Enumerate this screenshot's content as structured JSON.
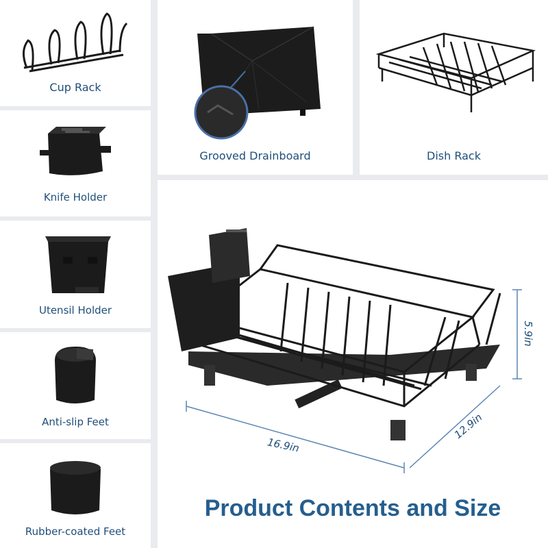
{
  "labels": {
    "cup_rack": "Cup Rack",
    "knife_holder": "Knife Holder",
    "utensil_holder": "Utensil Holder",
    "anti_slip_feet": "Anti-slip Feet",
    "rubber_coated_feet": "Rubber-coated  Feet",
    "grooved_drainboard": "Grooved Drainboard",
    "dish_rack": "Dish  Rack"
  },
  "main": {
    "title": "Product Contents and Size",
    "dimensions": {
      "length": "16.9in",
      "width": "12.9in",
      "height": "5.9in"
    }
  },
  "colors": {
    "label_blue": "#1f4e79",
    "title_blue": "#255e8e",
    "product_black": "#1b1b1b",
    "dimension_line": "#5b86b4"
  }
}
